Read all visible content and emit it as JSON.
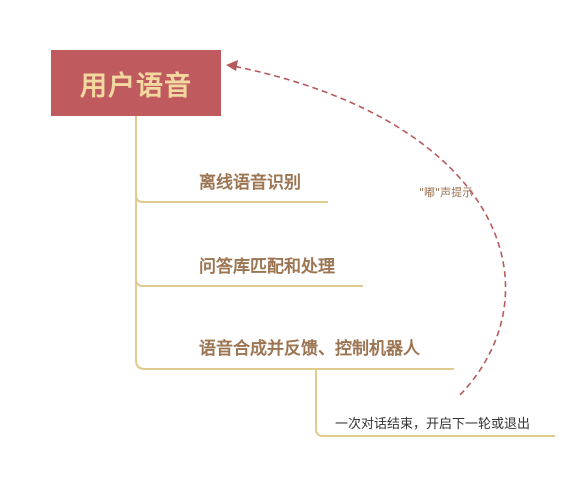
{
  "diagram": {
    "root": {
      "label": "用户语音"
    },
    "steps": [
      {
        "label": "离线语音识别"
      },
      {
        "label": "问答库匹配和处理"
      },
      {
        "label": "语音合成并反馈、控制机器人"
      }
    ],
    "sub_step": {
      "label": "一次对话结束，开启下一轮或退出"
    },
    "feedback_edge": {
      "label": "\"嘟\"声提示"
    },
    "colors": {
      "root_fill": "#bf5b5f",
      "root_text": "#f3d9a0",
      "connector": "#dfcb8e",
      "step_text": "#9c7553",
      "feedback_arrow": "#b55b5e"
    }
  }
}
